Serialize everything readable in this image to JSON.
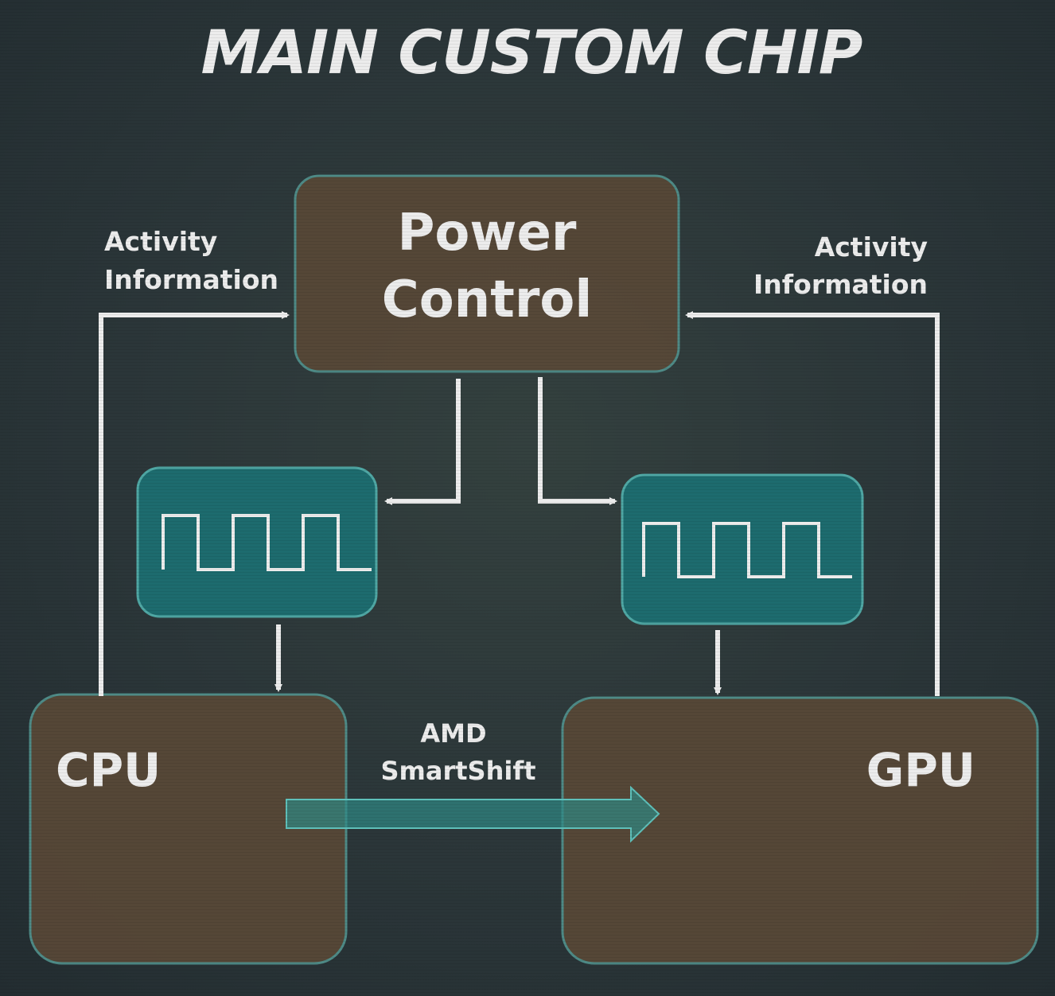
{
  "title": "MAIN CUSTOM CHIP",
  "power_control": {
    "line1": "Power",
    "line2": "Control"
  },
  "cpu": {
    "label": "CPU"
  },
  "gpu": {
    "label": "GPU"
  },
  "left_feedback": {
    "line1": "Activity",
    "line2": "Information"
  },
  "right_feedback": {
    "line1": "Activity",
    "line2": "Information"
  },
  "smartshift": {
    "line1": "AMD",
    "line2": "SmartShift"
  },
  "colors": {
    "background": "#2b3639",
    "box_brown": "#594937",
    "box_border_teal": "#4e8a86",
    "clock_box": "#1d6b6e",
    "clock_border": "#4fa7a4",
    "arrow": "#ececec",
    "smartshift_arrow": "#2f8a86"
  },
  "icons": {
    "clock": "square-wave-icon"
  }
}
